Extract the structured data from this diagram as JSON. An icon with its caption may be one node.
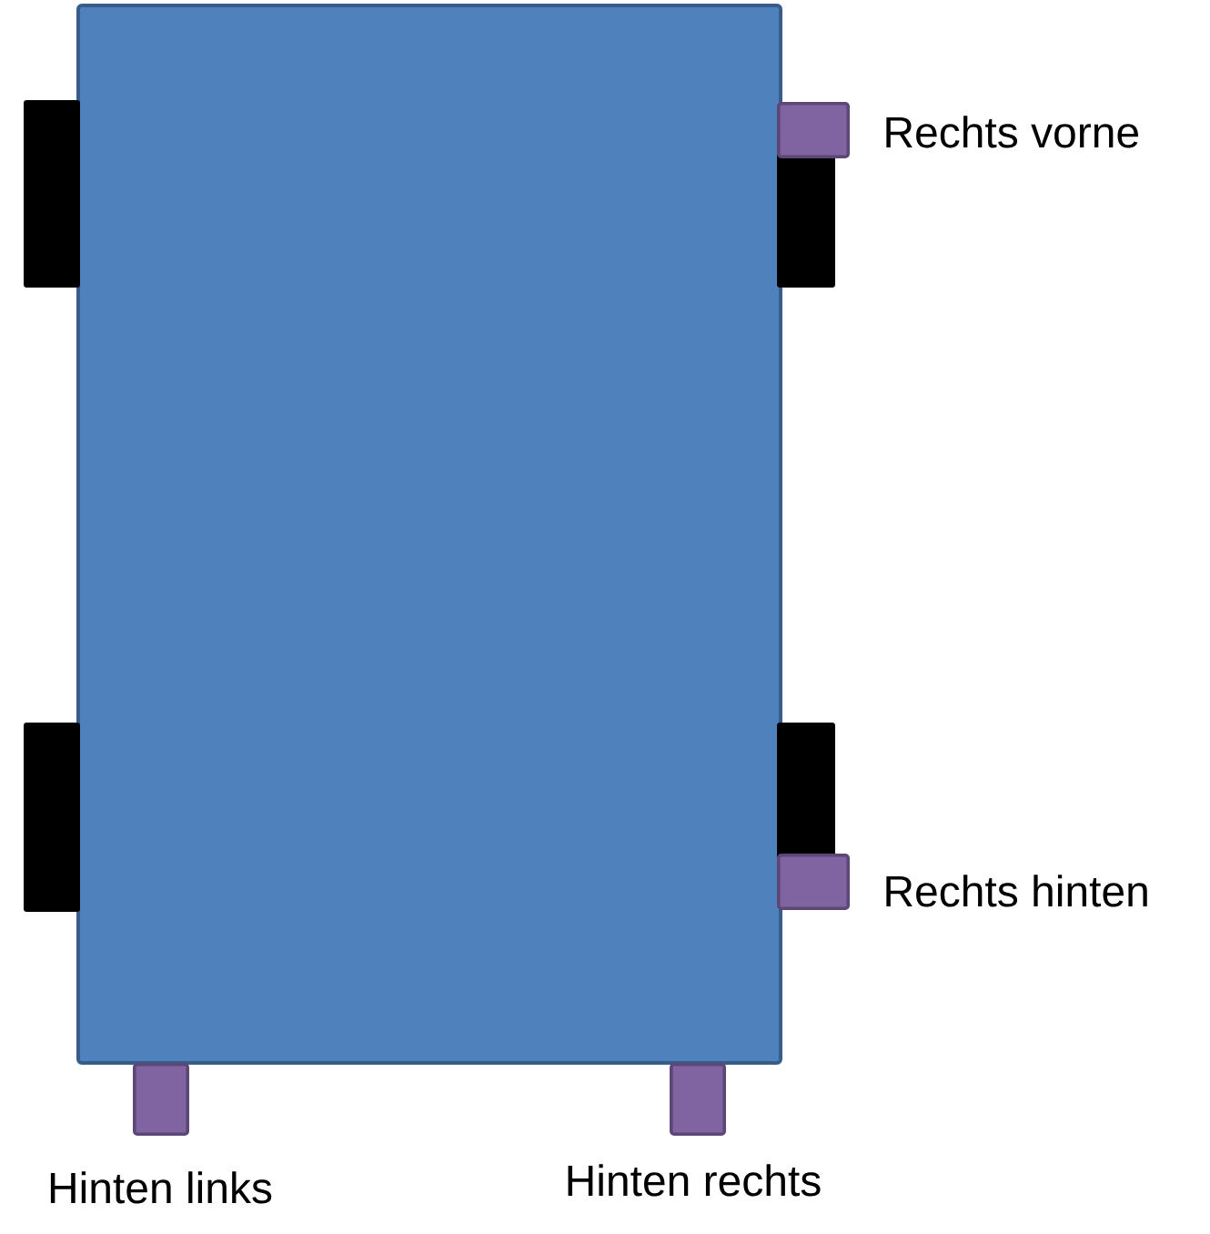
{
  "diagram": {
    "nodes": [
      {
        "text": [],
        "shape": "box",
        "beside": [
          "Rechts vorne"
        ]
      },
      {
        "text": [],
        "shape": "box",
        "beside": [
          "Rechts hinten"
        ]
      },
      {
        "text": [],
        "shape": "box",
        "beside": [
          "Hinten links"
        ]
      },
      {
        "text": [],
        "shape": "box",
        "beside": [
          "Hinten rechts"
        ]
      }
    ]
  }
}
